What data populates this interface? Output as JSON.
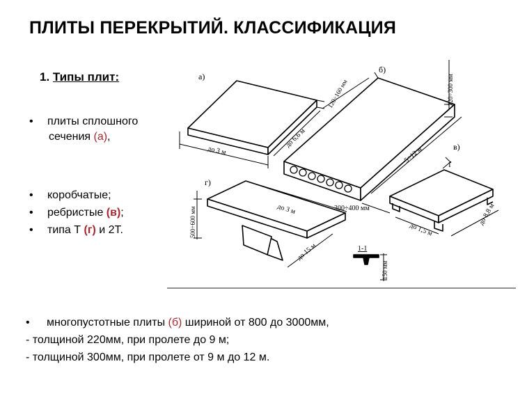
{
  "title": "ПЛИТЫ ПЕРЕКРЫТИЙ. КЛАССИФИКАЦИЯ",
  "section": {
    "number": "1.",
    "heading": "Типы плит:"
  },
  "bullets_top": [
    {
      "bullet": "•",
      "line1": "плиты сплошного",
      "line2_prefix": "сечения ",
      "letter": "(а)",
      "suffix": ","
    }
  ],
  "bullets_mid": [
    {
      "bullet": "•",
      "text": "коробчатые;"
    },
    {
      "bullet": "•",
      "prefix": "ребристые ",
      "letter": "(в)",
      "suffix": ";"
    },
    {
      "bullet": "•",
      "prefix": "типа  Т ",
      "letter": "(г)",
      "suffix": " и 2Т."
    }
  ],
  "bottom": {
    "bullet": "•",
    "line1_prefix": "многопустотные плиты ",
    "line1_letter": "(б)",
    "line1_suffix": " шириной от 800 до 3000мм,",
    "line2": "- толщиной 220мм, при пролете до 9 м;",
    "line3": "- толщиной 300мм, при пролете от 9 м  до 12 м."
  },
  "diagram_labels": {
    "a": "а)",
    "b": "б)",
    "v": "в)",
    "g": "г)",
    "a_length": "до 3 м",
    "a_width": "до 6,6 м",
    "a_thick": "120÷160 мм",
    "b_thick": "220÷300 мм",
    "b_length": "5÷12 м",
    "b_width": "300÷400 мм",
    "v_mark": "I",
    "v_length": "до 1,5 м",
    "v_width": "до 8,8 м",
    "g_length": "до 3 м",
    "g_width": "до 15 м",
    "g_height": "500÷600 мм",
    "section_label": "1-1",
    "section_height": "150 мм"
  },
  "colors": {
    "accent_red": "#a5282e",
    "text": "#000000",
    "background": "#ffffff"
  }
}
